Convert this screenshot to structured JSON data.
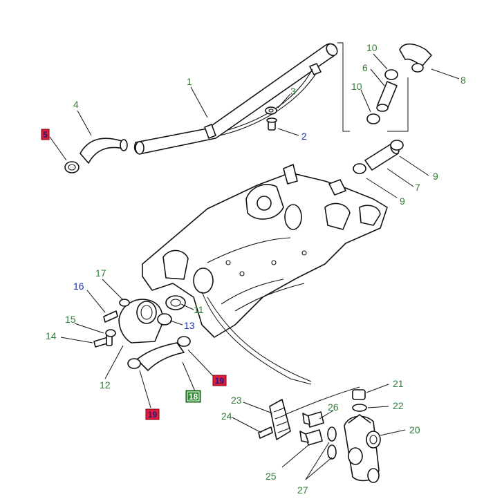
{
  "colors": {
    "label_green": "#2e7d32",
    "label_blue": "#1a2fb0",
    "highlight_red": "#e01e3c",
    "highlight_green": "#2e8b2e",
    "line": "#111111"
  },
  "callouts": [
    {
      "id": "1",
      "text": "1",
      "color": "green"
    },
    {
      "id": "2",
      "text": "2",
      "color": "blue"
    },
    {
      "id": "3",
      "text": "3",
      "color": "green"
    },
    {
      "id": "4",
      "text": "4",
      "color": "green"
    },
    {
      "id": "6",
      "text": "6",
      "color": "green"
    },
    {
      "id": "7",
      "text": "7",
      "color": "green"
    },
    {
      "id": "8",
      "text": "8",
      "color": "green"
    },
    {
      "id": "9a",
      "text": "9",
      "color": "green"
    },
    {
      "id": "9b",
      "text": "9",
      "color": "green"
    },
    {
      "id": "10a",
      "text": "10",
      "color": "green"
    },
    {
      "id": "10b",
      "text": "10",
      "color": "green"
    },
    {
      "id": "11",
      "text": "11",
      "color": "green"
    },
    {
      "id": "12",
      "text": "12",
      "color": "green"
    },
    {
      "id": "13",
      "text": "13",
      "color": "blue"
    },
    {
      "id": "14",
      "text": "14",
      "color": "green"
    },
    {
      "id": "15",
      "text": "15",
      "color": "green"
    },
    {
      "id": "16",
      "text": "16",
      "color": "blue"
    },
    {
      "id": "17",
      "text": "17",
      "color": "green"
    },
    {
      "id": "20",
      "text": "20",
      "color": "green"
    },
    {
      "id": "21",
      "text": "21",
      "color": "green"
    },
    {
      "id": "22",
      "text": "22",
      "color": "green"
    },
    {
      "id": "23",
      "text": "23",
      "color": "green"
    },
    {
      "id": "24",
      "text": "24",
      "color": "green"
    },
    {
      "id": "25",
      "text": "25",
      "color": "green"
    },
    {
      "id": "26",
      "text": "26",
      "color": "green"
    },
    {
      "id": "27",
      "text": "27",
      "color": "green"
    }
  ],
  "boxed_callouts": [
    {
      "id": "5",
      "text": "5",
      "style": "red"
    },
    {
      "id": "19a",
      "text": "19",
      "style": "red"
    },
    {
      "id": "19b",
      "text": "19",
      "style": "red"
    },
    {
      "id": "18",
      "text": "18",
      "style": "green"
    }
  ]
}
